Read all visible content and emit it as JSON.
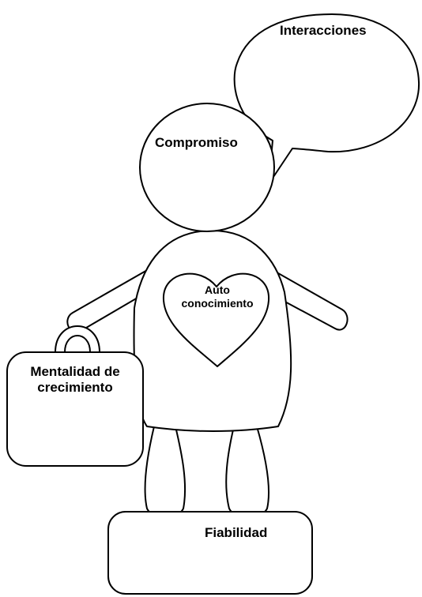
{
  "labels": {
    "interactions": "Interacciones",
    "commitment": "Compromiso",
    "self_knowledge_line1": "Auto",
    "self_knowledge_line2": "conocimiento",
    "growth_mindset_line1": "Mentalidad de",
    "growth_mindset_line2": "crecimiento",
    "reliability": "Fiabilidad"
  }
}
